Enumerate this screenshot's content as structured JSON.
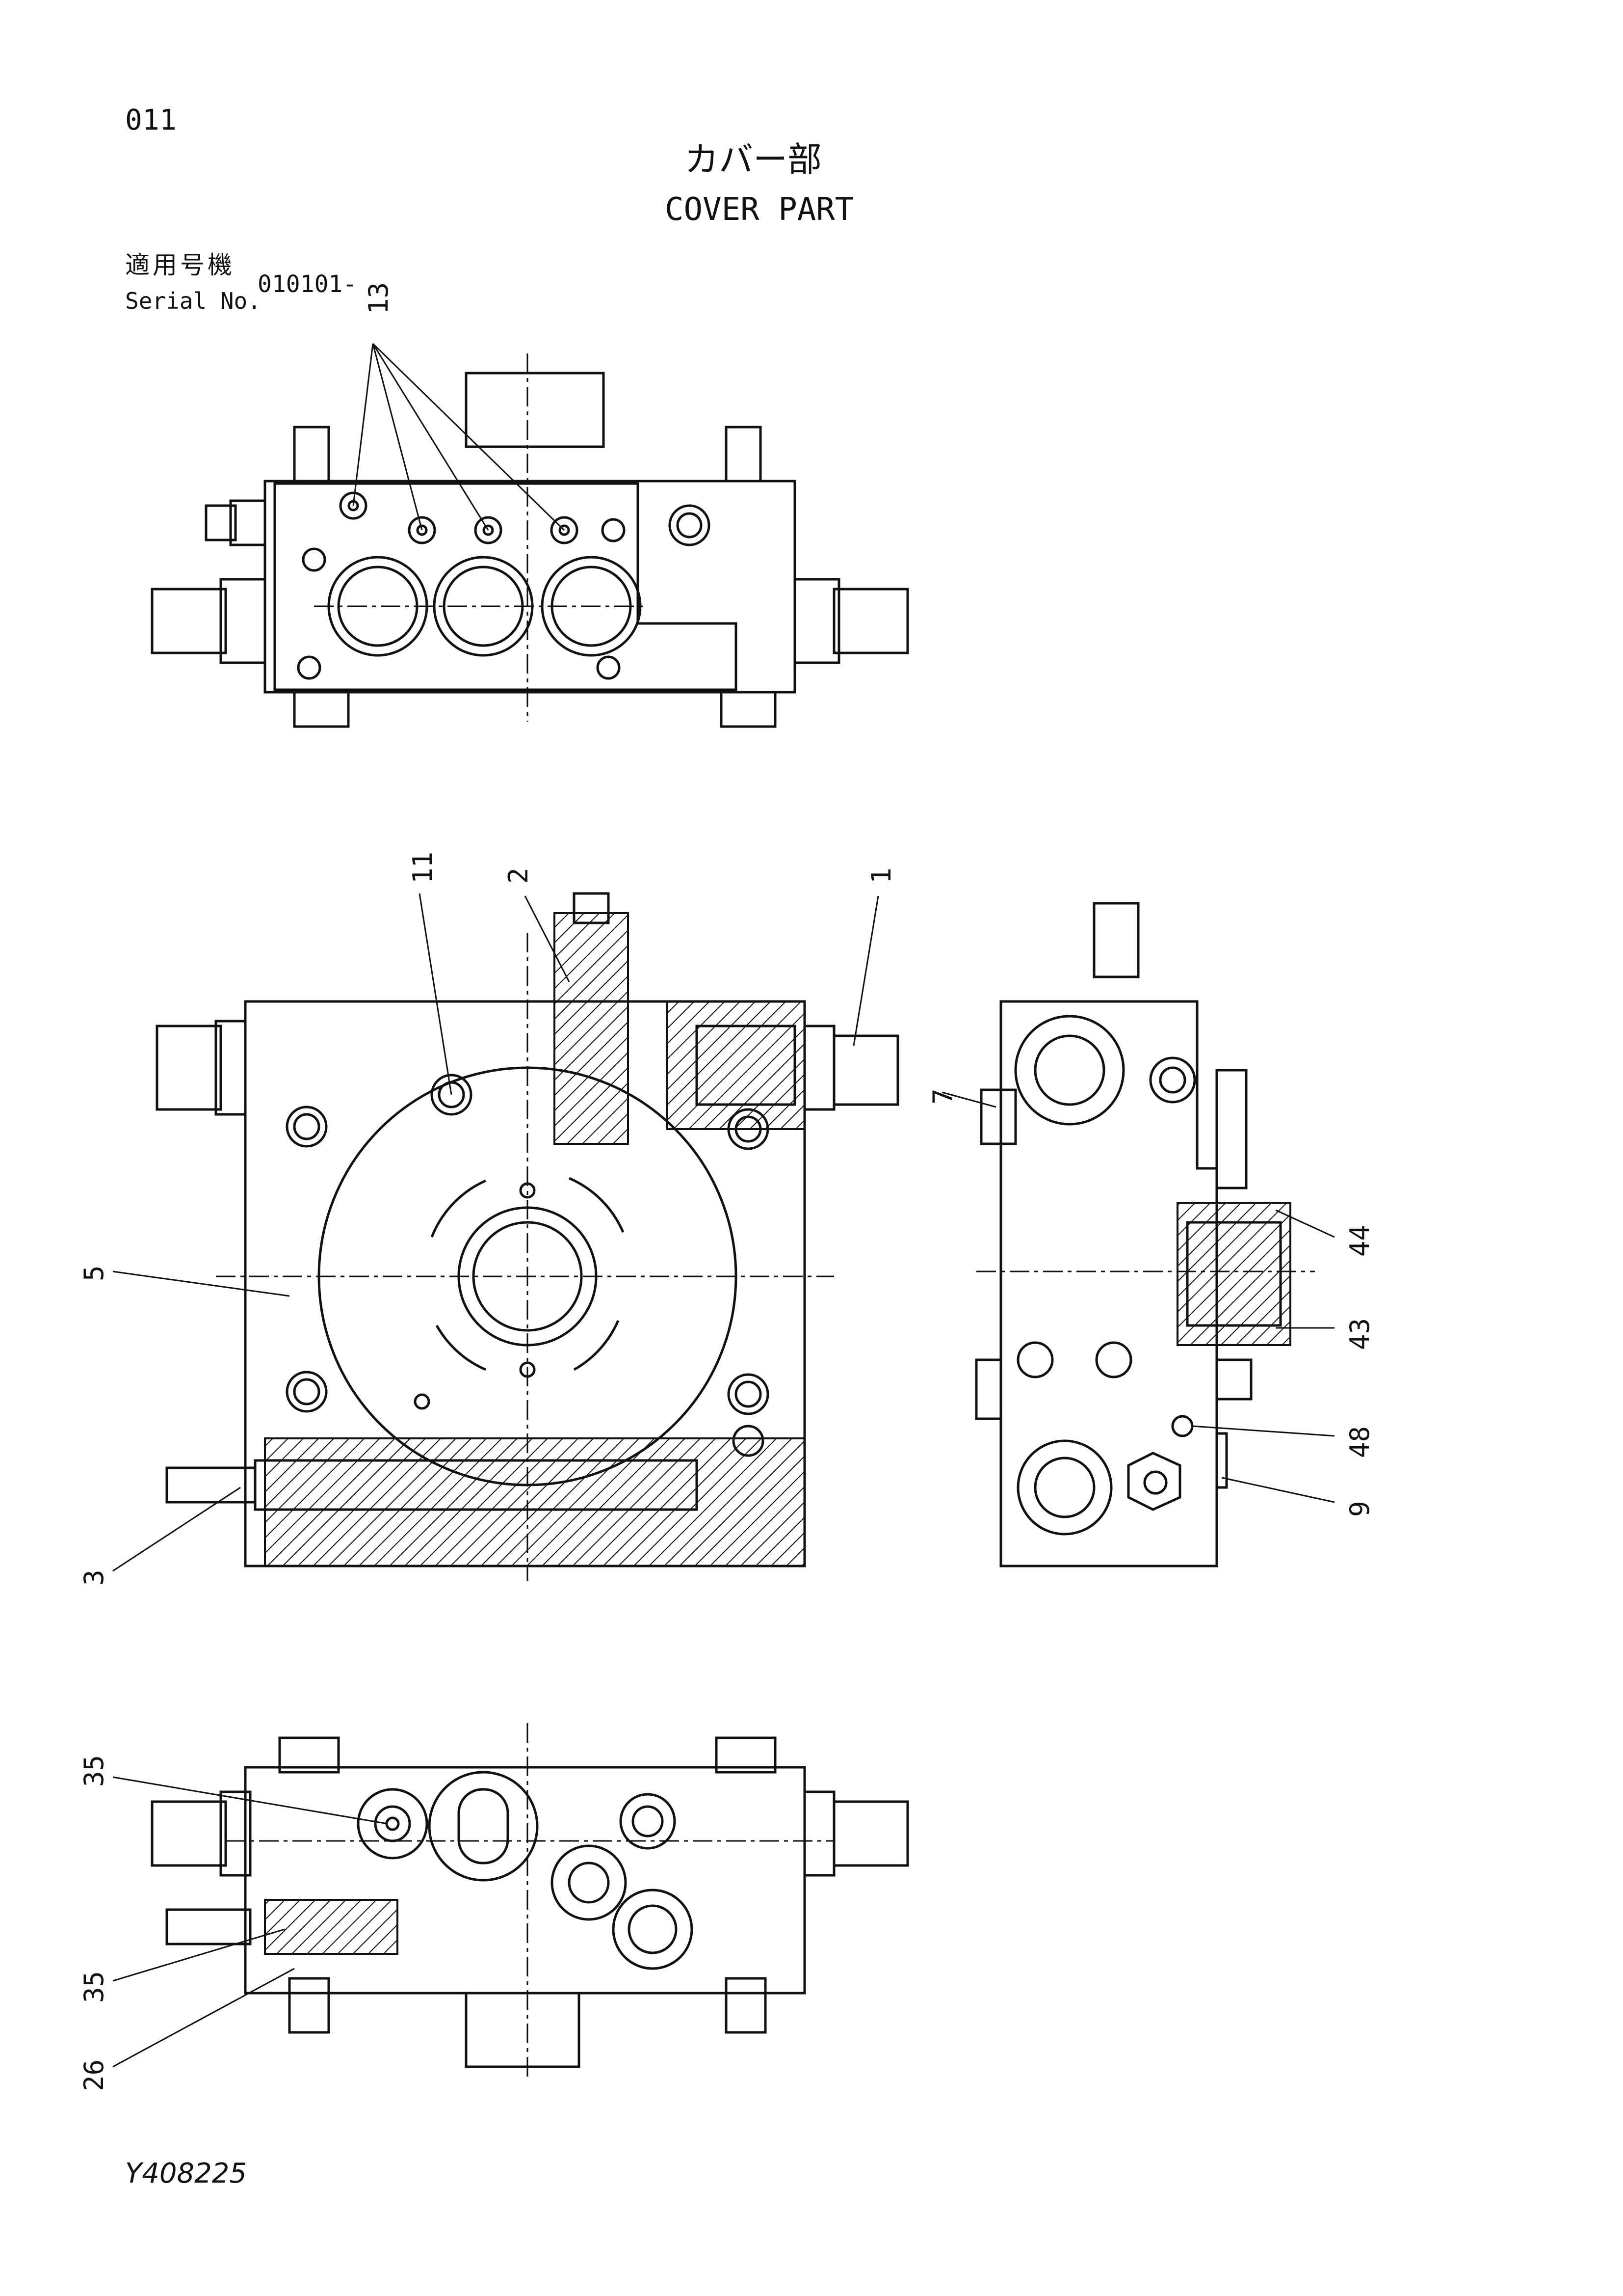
{
  "header": {
    "page_number": "011",
    "title_jp": "カバー部",
    "title_en": "COVER PART",
    "serial_label_jp": "適用号機",
    "serial_label_en": "Serial No.",
    "serial_value": "010101-"
  },
  "footer": {
    "drawing_number": "Y408225"
  },
  "callouts": {
    "c13": "13",
    "c11": "11",
    "c2": "2",
    "c1": "1",
    "c5": "5",
    "c3": "3",
    "c7": "7",
    "c44": "44",
    "c43": "43",
    "c48": "48",
    "c9": "9",
    "c35a": "35",
    "c35b": "35",
    "c26": "26"
  }
}
